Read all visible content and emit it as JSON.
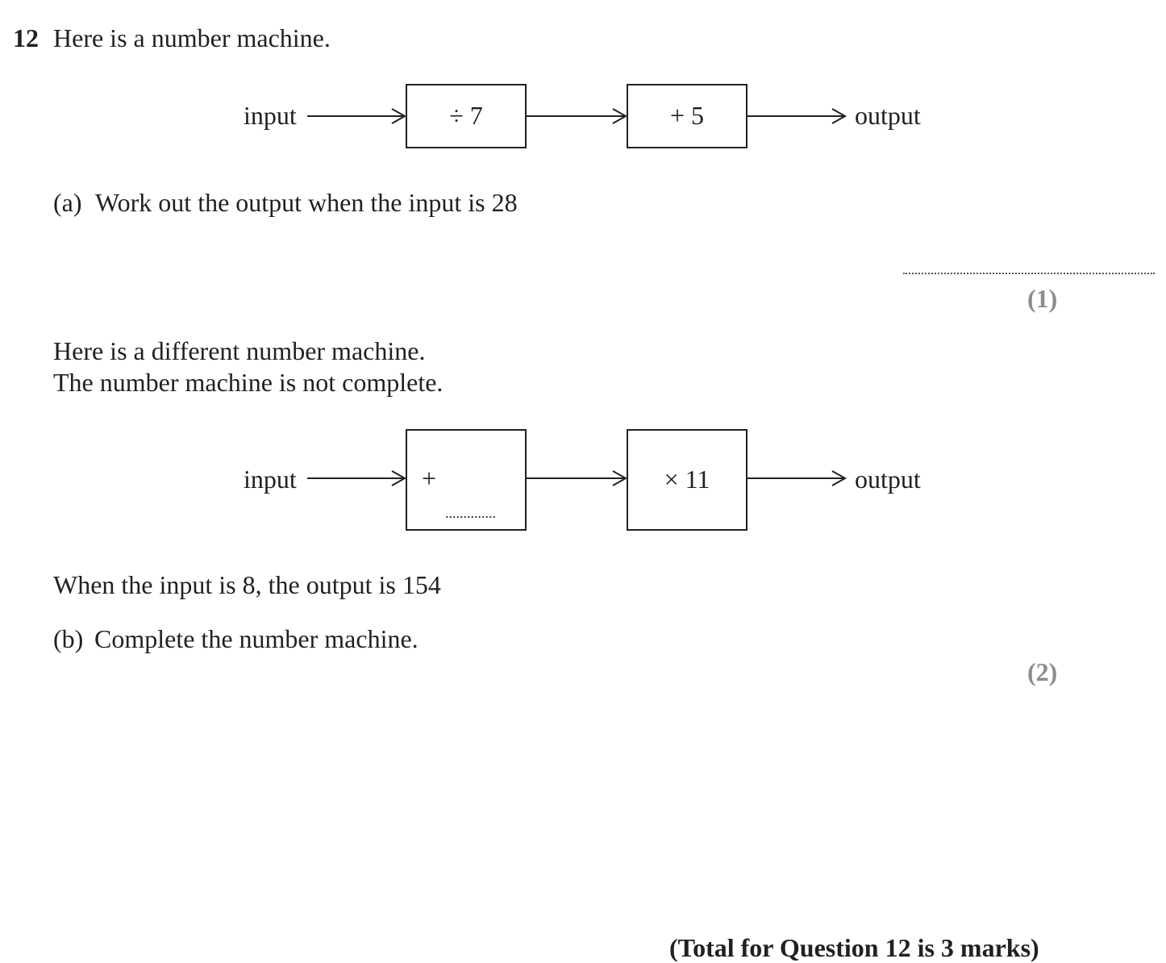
{
  "question": {
    "number": "12",
    "intro": "Here is a number machine."
  },
  "machine1": {
    "input_label": "input",
    "output_label": "output",
    "box1": "÷ 7",
    "box2": "+ 5"
  },
  "part_a": {
    "label": "(a)",
    "text": "Work out the output when the input is 28",
    "marks": "(1)"
  },
  "intro2": {
    "line1": "Here is a different number machine.",
    "line2": "The number machine is not complete."
  },
  "machine2": {
    "input_label": "input",
    "output_label": "output",
    "box1": "+",
    "box1_blank": "..............",
    "box2": "× 11"
  },
  "statement": "When the input is 8, the output is 154",
  "part_b": {
    "label": "(b)",
    "text": "Complete the number machine.",
    "marks": "(2)"
  },
  "total": "(Total for Question 12 is 3 marks)"
}
